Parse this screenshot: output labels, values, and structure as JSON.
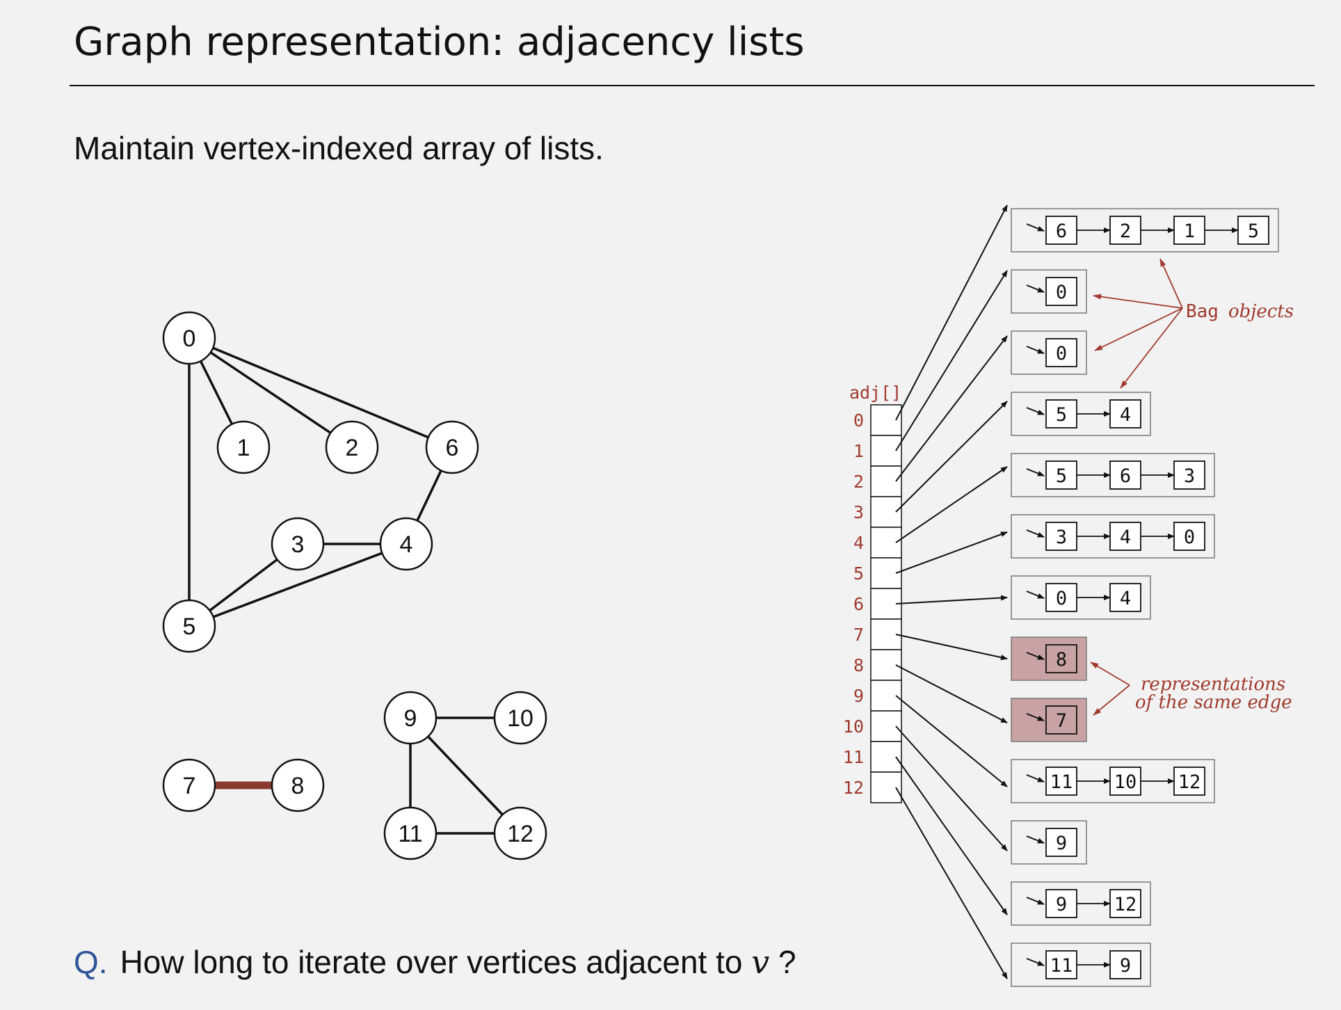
{
  "title": "Graph representation:  adjacency lists",
  "subtitle": "Maintain vertex-indexed array of lists.",
  "question": {
    "prefix": "Q.",
    "text": "How long to iterate over vertices adjacent to",
    "variable": "v",
    "suffix": "?"
  },
  "graph": {
    "vertices": [
      {
        "id": "0",
        "label": "0"
      },
      {
        "id": "1",
        "label": "1"
      },
      {
        "id": "2",
        "label": "2"
      },
      {
        "id": "3",
        "label": "3"
      },
      {
        "id": "4",
        "label": "4"
      },
      {
        "id": "5",
        "label": "5"
      },
      {
        "id": "6",
        "label": "6"
      },
      {
        "id": "7",
        "label": "7"
      },
      {
        "id": "8",
        "label": "8"
      },
      {
        "id": "9",
        "label": "9"
      },
      {
        "id": "10",
        "label": "10"
      },
      {
        "id": "11",
        "label": "11"
      },
      {
        "id": "12",
        "label": "12"
      }
    ],
    "edges": [
      [
        "0",
        "1"
      ],
      [
        "0",
        "2"
      ],
      [
        "0",
        "6"
      ],
      [
        "0",
        "5"
      ],
      [
        "3",
        "4"
      ],
      [
        "3",
        "5"
      ],
      [
        "4",
        "5"
      ],
      [
        "4",
        "6"
      ],
      [
        "7",
        "8"
      ],
      [
        "9",
        "10"
      ],
      [
        "9",
        "11"
      ],
      [
        "9",
        "12"
      ],
      [
        "11",
        "12"
      ]
    ],
    "highlighted_edge": [
      "7",
      "8"
    ],
    "highlight_color": "#8b3a2e"
  },
  "adjacency": {
    "array_label": "adj[]",
    "indices": [
      "0",
      "1",
      "2",
      "3",
      "4",
      "5",
      "6",
      "7",
      "8",
      "9",
      "10",
      "11",
      "12"
    ],
    "lists": [
      [
        "6",
        "2",
        "1",
        "5"
      ],
      [
        "0"
      ],
      [
        "0"
      ],
      [
        "5",
        "4"
      ],
      [
        "5",
        "6",
        "3"
      ],
      [
        "3",
        "4",
        "0"
      ],
      [
        "0",
        "4"
      ],
      [
        "8"
      ],
      [
        "7"
      ],
      [
        "11",
        "10",
        "12"
      ],
      [
        "9"
      ],
      [
        "9",
        "12"
      ],
      [
        "11",
        "9"
      ]
    ],
    "highlighted_lists": [
      7,
      8
    ],
    "highlight_fill": "#c9a3a3"
  },
  "annotations": {
    "bag_word": "Bag",
    "objects_word": "objects",
    "same_edge_line1": "representations",
    "same_edge_line2": "of the same edge",
    "color": "#a03a2e"
  }
}
